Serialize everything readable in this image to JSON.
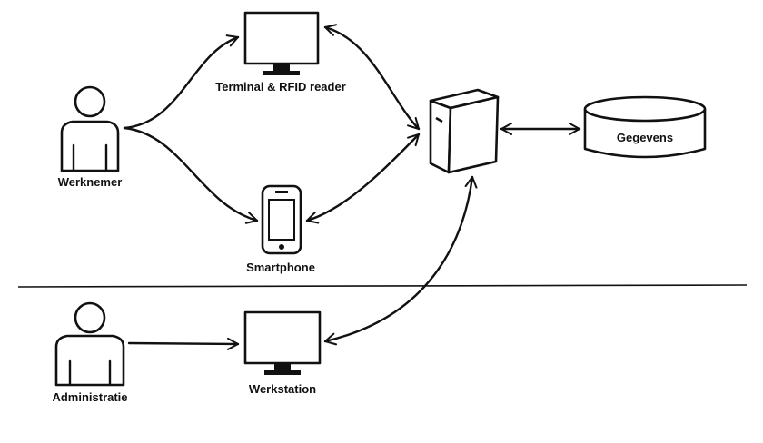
{
  "labels": {
    "werknemer": "Werknemer",
    "terminal": "Terminal & RFID reader",
    "smartphone": "Smartphone",
    "gegevens": "Gegevens",
    "administratie": "Administratie",
    "werkstation": "Werkstation"
  },
  "icons": {
    "werknemer": "person-icon",
    "terminal": "monitor-icon",
    "smartphone": "smartphone-icon",
    "server": "server-icon",
    "gegevens": "database-icon",
    "administratie": "person-icon",
    "werkstation": "monitor-icon"
  },
  "colors": {
    "stroke": "#111111",
    "background": "#ffffff"
  }
}
